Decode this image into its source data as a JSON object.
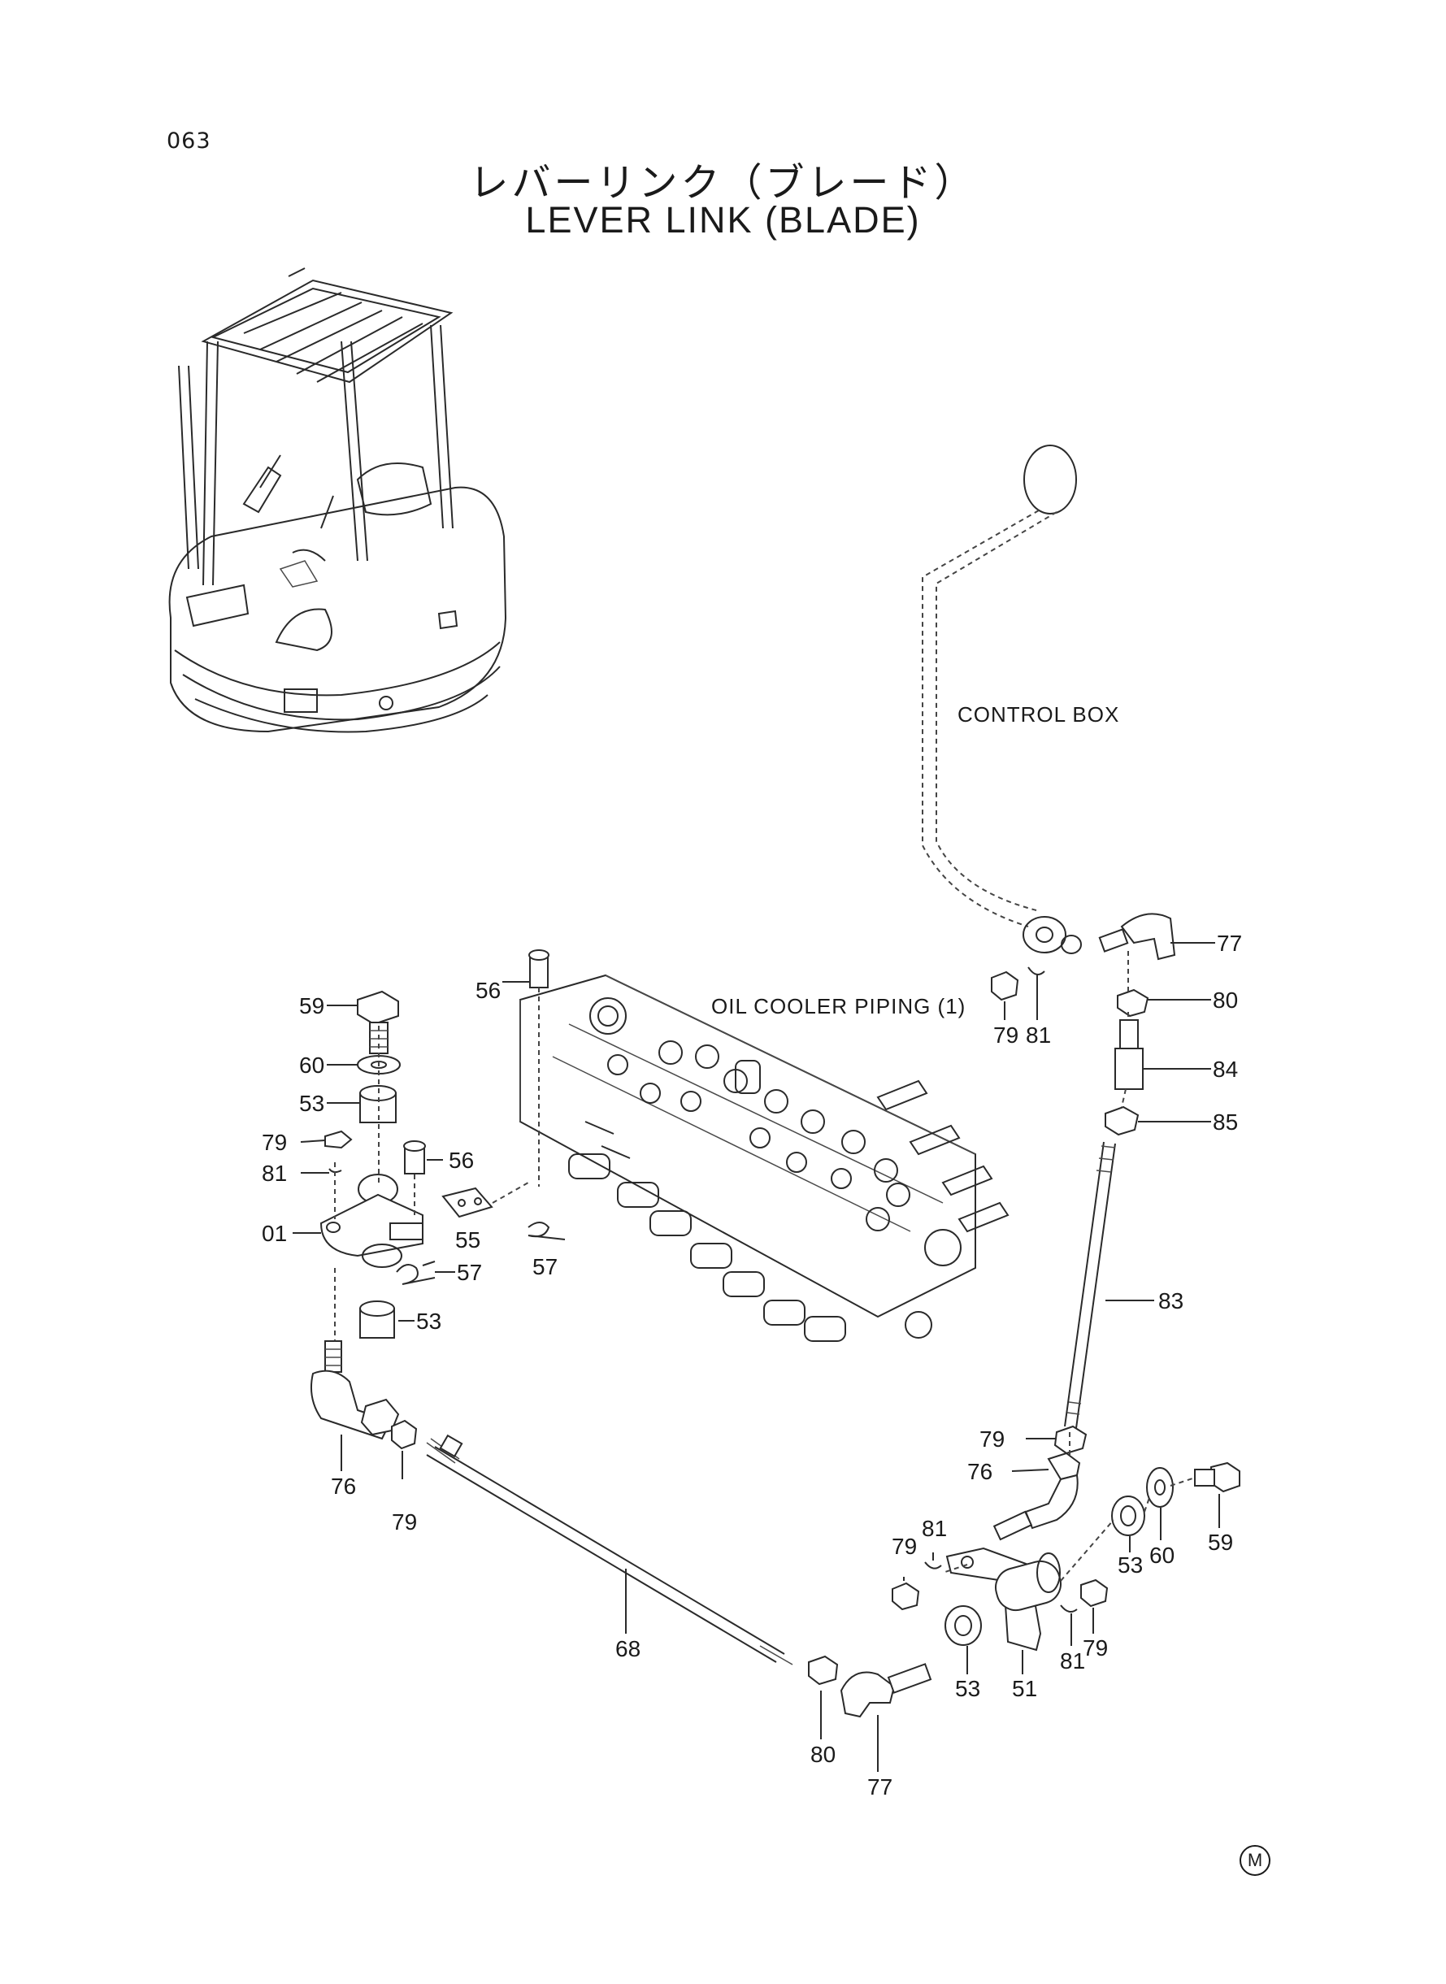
{
  "page_number": "063",
  "title_jp": "レバーリンク（ブレード）",
  "title_en": "LEVER LINK (BLADE)",
  "notes": {
    "control_box": "CONTROL BOX",
    "oil_cooler": "OIL COOLER PIPING (1)"
  },
  "mark": "M",
  "labels": {
    "p59a": "59",
    "p60a": "60",
    "p53a": "53",
    "p79a": "79",
    "p81a": "81",
    "p01": "01",
    "p56a": "56",
    "p56b": "56",
    "p55": "55",
    "p57a": "57",
    "p57b": "57",
    "p53b": "53",
    "p76a": "76",
    "p79b": "79",
    "p68": "68",
    "p80a": "80",
    "p77a": "77",
    "p77b": "77",
    "p80b": "80",
    "p84": "84",
    "p85": "85",
    "p83": "83",
    "p79c": "79",
    "p81b": "81",
    "p79d": "79",
    "p76b": "76",
    "p81c": "81",
    "p79e": "79",
    "p53c": "53",
    "p51": "51",
    "p81d": "81",
    "p79f": "79",
    "p53d": "53",
    "p60b": "60",
    "p59b": "59"
  }
}
